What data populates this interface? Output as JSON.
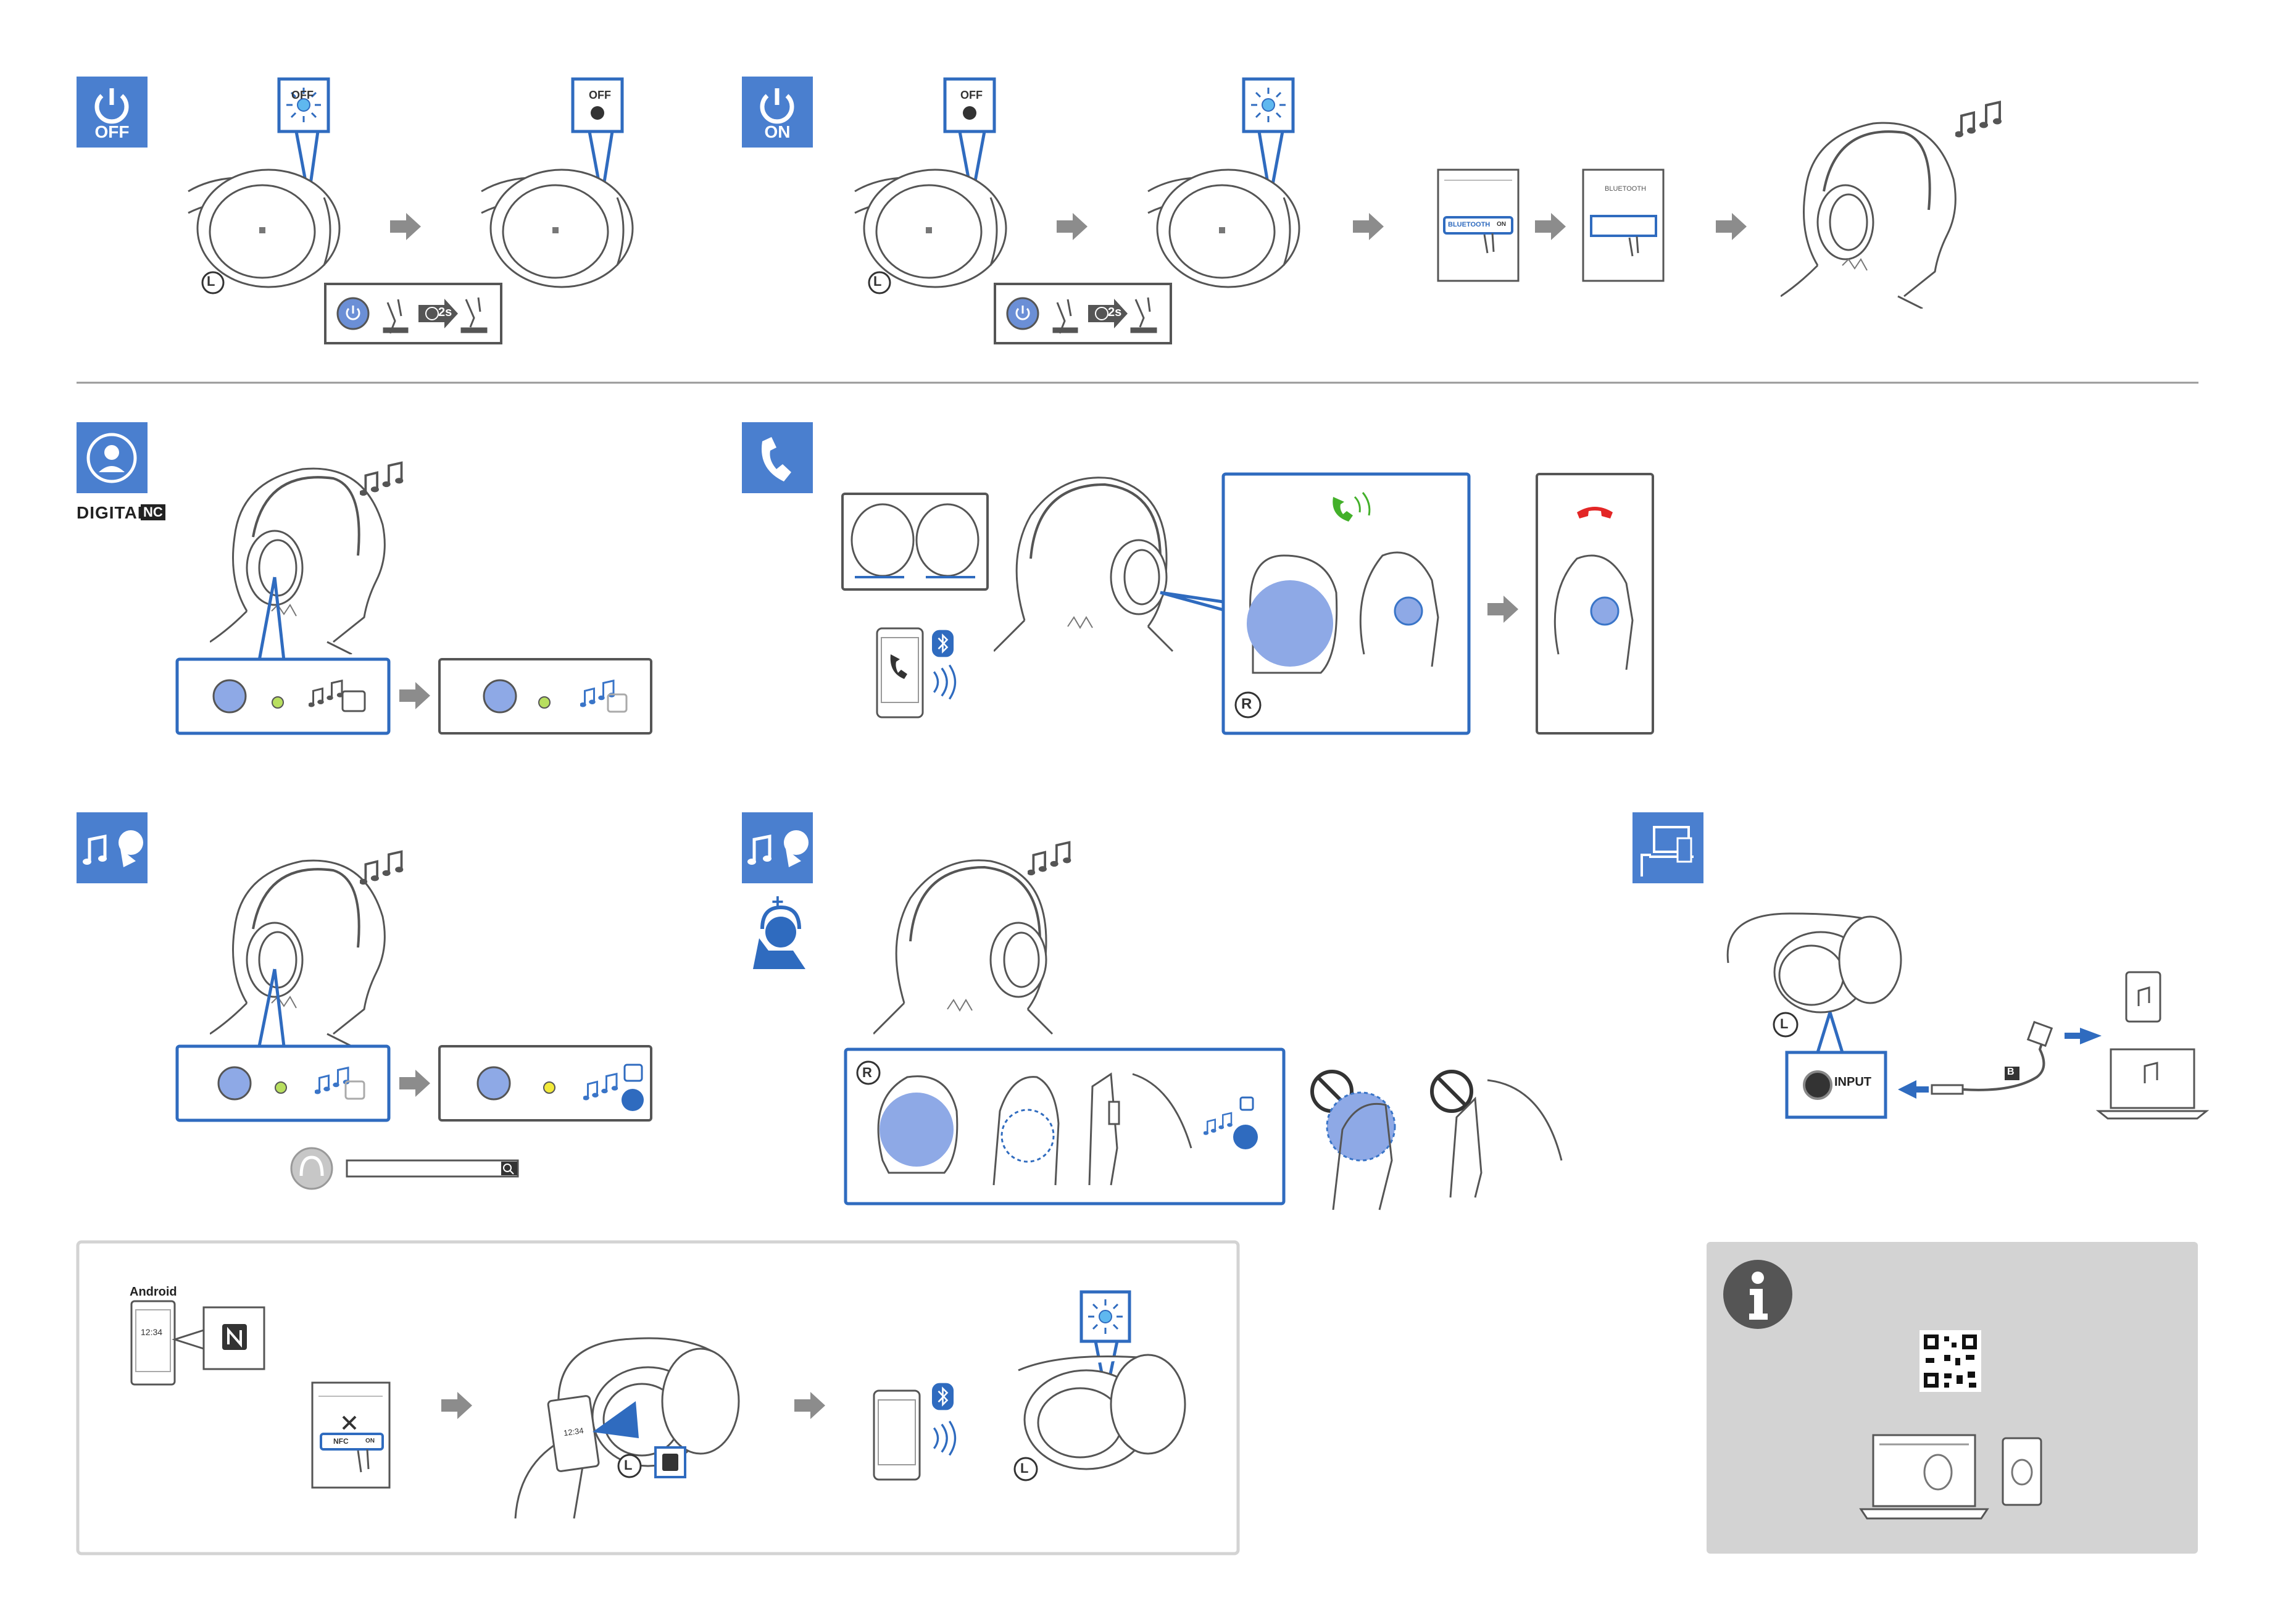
{
  "colors": {
    "accent": "#4a7fcf",
    "accent_dark": "#2f6bbf",
    "stroke": "#555555",
    "grey_panel": "#d3d3d3",
    "green": "#43b02a",
    "red": "#e32626",
    "arrow": "#8c8c8c"
  },
  "power_off": {
    "tile_label": "OFF",
    "indicator_label": "OFF",
    "timer_label": "2s",
    "side_label": "L"
  },
  "power_on": {
    "tile_label": "ON",
    "indicator_label": "OFF",
    "timer_label": "2s",
    "side_label": "L",
    "phone_setting_label": "BLUETOOTH",
    "phone_setting_state": "ON",
    "phone_screen_title": "BLUETOOTH"
  },
  "noise_cancel": {
    "logo_text": "DIGITAL",
    "logo_suffix": "NC"
  },
  "call": {
    "side_label": "R"
  },
  "ambient": {
    "search_icon": "search-icon"
  },
  "quick_attention": {
    "side_label": "R"
  },
  "wired": {
    "jack_label": "INPUT",
    "cable_label": "B",
    "side_label": "L"
  },
  "nfc": {
    "os_label": "Android",
    "phone_time": "12:34",
    "setting_label": "NFC",
    "setting_state": "ON",
    "side_label": "L"
  },
  "info": {
    "icon": "info-icon"
  }
}
